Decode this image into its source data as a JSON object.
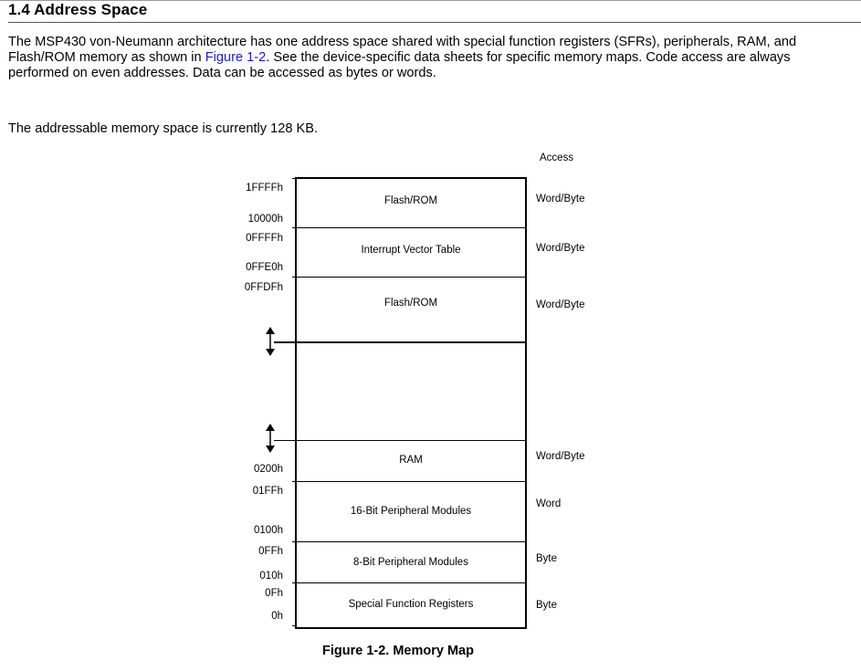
{
  "section": {
    "heading": "1.4 Address Space",
    "para1_before_link": "The MSP430 von-Neumann architecture has one address space shared with special function registers (SFRs), peripherals, RAM, and Flash/ROM memory as shown in ",
    "para1_link": "Figure 1-2",
    "para1_after_link": ". See the device-specific data sheets for specific memory maps. Code access are always performed on even addresses. Data can be accessed as bytes or words.",
    "para2": "The addressable memory space is currently 128 KB."
  },
  "figure": {
    "access_header": "Access",
    "caption": "Figure 1-2. Memory Map",
    "regions": {
      "flash_high": "Flash/ROM",
      "ivt": "Interrupt Vector Table",
      "flash_low": "Flash/ROM",
      "ram": "RAM",
      "periph16": "16-Bit Peripheral Modules",
      "periph8": "8-Bit Peripheral Modules",
      "sfr": "Special Function Registers"
    },
    "access": {
      "flash_high": "Word/Byte",
      "ivt": "Word/Byte",
      "flash_low": "Word/Byte",
      "ram": "Word/Byte",
      "periph16": "Word",
      "periph8": "Byte",
      "sfr": "Byte"
    },
    "addresses": {
      "a1FFFF": "1FFFFh",
      "a10000": "10000h",
      "a0FFFF": "0FFFFh",
      "a0FFE0": "0FFE0h",
      "a0FFDF": "0FFDFh",
      "a0200": "0200h",
      "a01FF": "01FFh",
      "a0100": "0100h",
      "a0FF": "0FFh",
      "a010": "010h",
      "a0F": "0Fh",
      "a0": "0h"
    },
    "icons": {
      "up_arrow": "up-arrow-icon",
      "down_arrow": "down-arrow-icon"
    }
  }
}
